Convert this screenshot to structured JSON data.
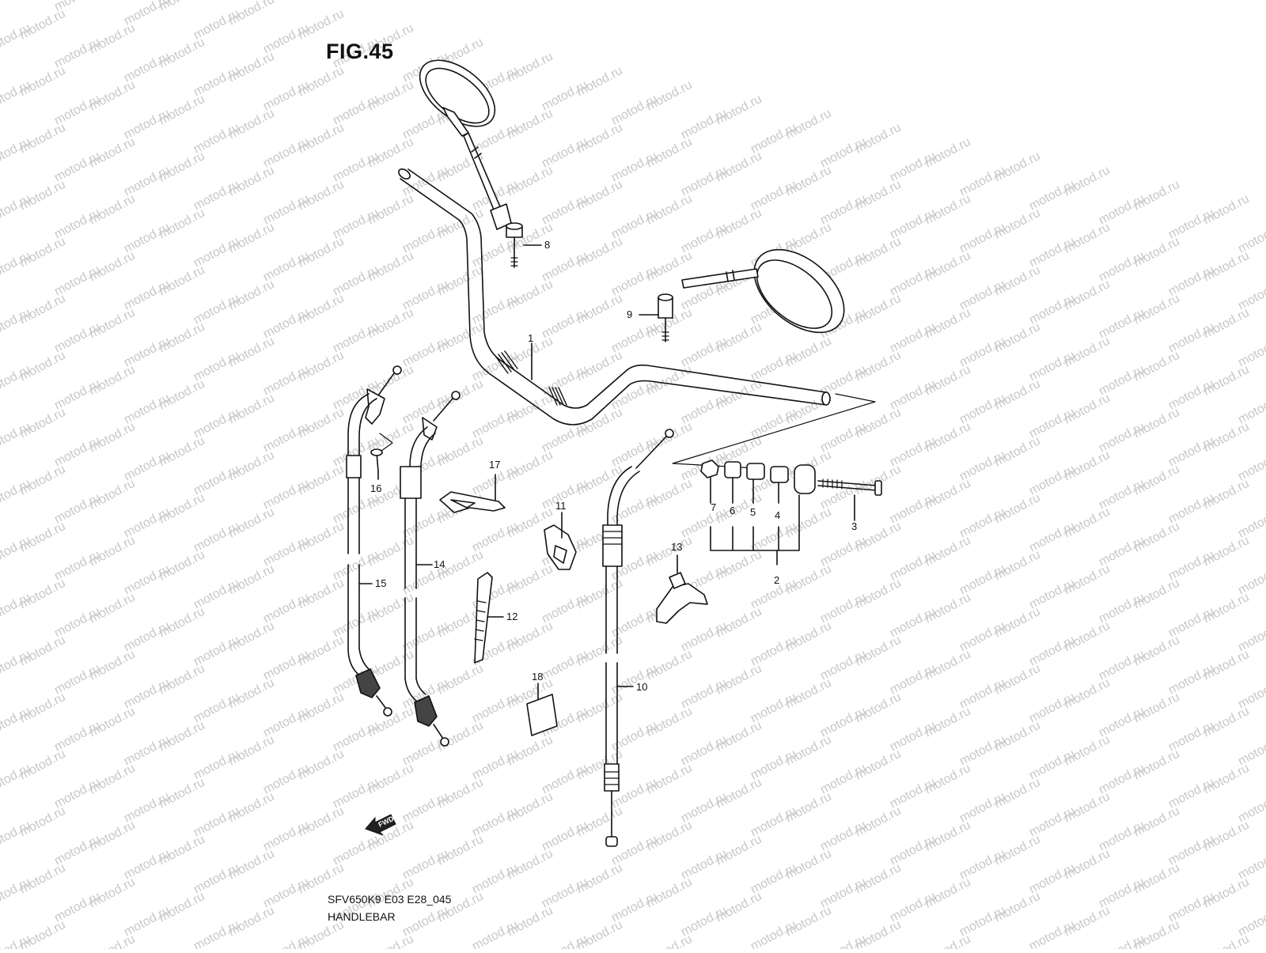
{
  "figure": {
    "title": "FIG.45"
  },
  "footer": {
    "code": "SFV650K9 E03 E28_045",
    "name": "HANDLEBAR"
  },
  "watermark": {
    "text": "motod.ru",
    "color": "#c8c8c8"
  },
  "fwd_marker": {
    "text": "FWD"
  },
  "callouts": [
    {
      "id": "1",
      "label": "1",
      "part": "handlebar"
    },
    {
      "id": "2",
      "label": "2",
      "part": "balancer-set"
    },
    {
      "id": "3",
      "label": "3",
      "part": "balancer-screw"
    },
    {
      "id": "4",
      "label": "4",
      "part": "spacer"
    },
    {
      "id": "5",
      "label": "5",
      "part": "spacer"
    },
    {
      "id": "6",
      "label": "6",
      "part": "spacer"
    },
    {
      "id": "7",
      "label": "7",
      "part": "nut"
    },
    {
      "id": "8",
      "label": "8",
      "part": "mirror-left"
    },
    {
      "id": "9",
      "label": "9",
      "part": "mirror-right"
    },
    {
      "id": "10",
      "label": "10",
      "part": "clutch-cable"
    },
    {
      "id": "11",
      "label": "11",
      "part": "cable-guide"
    },
    {
      "id": "12",
      "label": "12",
      "part": "clamp-band"
    },
    {
      "id": "13",
      "label": "13",
      "part": "cable-clamp"
    },
    {
      "id": "14",
      "label": "14",
      "part": "throttle-cable"
    },
    {
      "id": "15",
      "label": "15",
      "part": "throttle-cable"
    },
    {
      "id": "16",
      "label": "16",
      "part": "screw"
    },
    {
      "id": "17",
      "label": "17",
      "part": "cable-guide"
    },
    {
      "id": "18",
      "label": "18",
      "part": "label"
    }
  ]
}
